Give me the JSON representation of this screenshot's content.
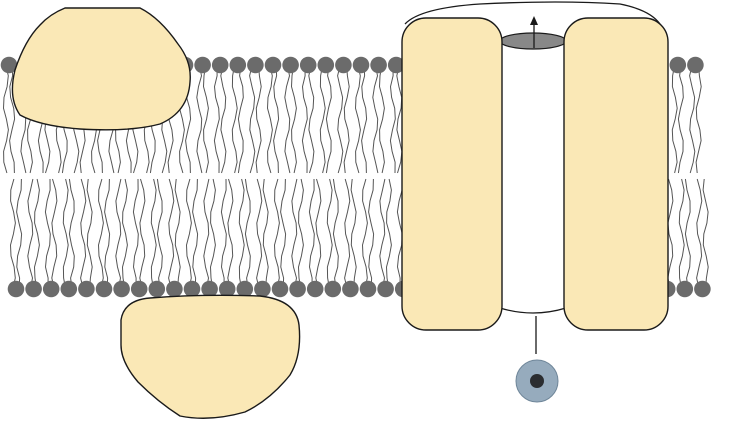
{
  "diagram": {
    "title": "",
    "type": "cell-membrane-proteins",
    "components": [
      {
        "name": "phospholipid-bilayer",
        "kind": "lipid bilayer",
        "head_rows": 2
      },
      {
        "name": "peripheral-protein-top",
        "kind": "peripheral protein",
        "side": "outer"
      },
      {
        "name": "peripheral-protein-bottom",
        "kind": "peripheral protein",
        "side": "inner"
      },
      {
        "name": "channel-protein",
        "kind": "transmembrane channel",
        "subunits": 2
      },
      {
        "name": "gate-molecule",
        "kind": "gated particle",
        "side": "inner"
      }
    ]
  },
  "colors": {
    "background": "#ffffff",
    "lipid_head": "#6b6b6b",
    "lipid_tail": "#555555",
    "protein_fill": "#fae8b6",
    "protein_stroke": "#1a1a1a",
    "channel_fill": "#ffffff",
    "pore_top": "#888888",
    "gate_outer": "#96abbd",
    "gate_inner": "#2b2d30"
  },
  "icons": {
    "flow_arrow": "up-arrow-icon"
  }
}
